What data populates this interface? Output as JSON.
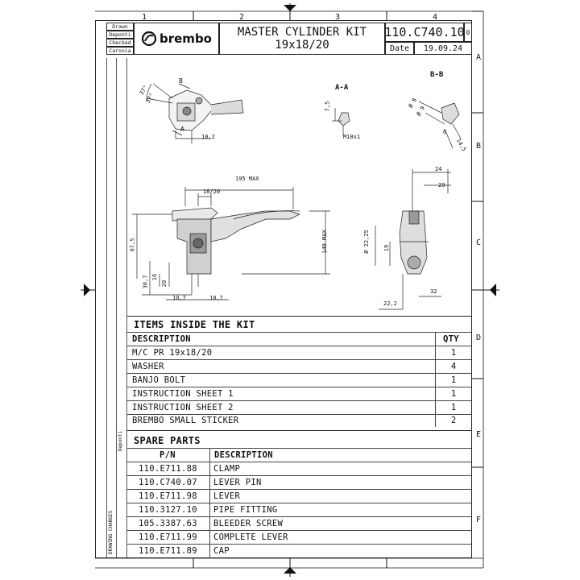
{
  "grid": {
    "columns": [
      "1",
      "2",
      "3",
      "4"
    ],
    "rows": [
      "A",
      "B",
      "C",
      "D",
      "E",
      "F"
    ]
  },
  "title_block": {
    "drawn_label": "Drawn",
    "deponti_label": "Deponti",
    "checked_label": "Checked",
    "caronia_label": "Caronia",
    "logo_text": "brembo",
    "title_line1": "MASTER CYLINDER KIT",
    "title_line2": "19x18/20",
    "part_number": "110.C740.10",
    "revision": "0",
    "date_label": "Date",
    "date_value": "19.09.24"
  },
  "drawing": {
    "section_aa": "A-A",
    "section_bb": "B-B",
    "dims": {
      "angle1": "37°",
      "angle2": "37°",
      "d_10_2": "10,2",
      "d_7_5": "7,5",
      "m10": "M10x1",
      "d_8": "Ø 8",
      "d_9": "Ø 9",
      "d_6": "6",
      "d_14_5": "14,5",
      "d_195": "195 MAX",
      "d_18_20": "18/20",
      "d_149": "149 MAX",
      "d_87_5": "87,5",
      "d_30_7": "30,7",
      "d_16": "16",
      "d_20": "20",
      "d_10_7a": "10,7",
      "d_10_7b": "10,7",
      "d_24": "24",
      "d_29": "29",
      "d_22_25": "Ø 22,25",
      "d_19": "19",
      "d_32": "32",
      "d_22_2": "22,2",
      "label_a": "A",
      "label_b": "B"
    }
  },
  "items_kit": {
    "heading": "ITEMS INSIDE THE KIT",
    "col_description": "DESCRIPTION",
    "col_qty": "QTY",
    "rows": [
      {
        "description": "M/C PR 19x18/20",
        "qty": "1"
      },
      {
        "description": "WASHER",
        "qty": "4"
      },
      {
        "description": "BANJO BOLT",
        "qty": "1"
      },
      {
        "description": "INSTRUCTION SHEET 1",
        "qty": "1"
      },
      {
        "description": "INSTRUCTION SHEET 2",
        "qty": "1"
      },
      {
        "description": "BREMBO SMALL STICKER",
        "qty": "2"
      }
    ]
  },
  "spare_parts": {
    "heading": "SPARE PARTS",
    "col_pn": "P/N",
    "col_description": "DESCRIPTION",
    "rows": [
      {
        "pn": "110.E711.88",
        "description": "CLAMP"
      },
      {
        "pn": "110.C740.07",
        "description": "LEVER PIN"
      },
      {
        "pn": "110.E711.98",
        "description": "LEVER"
      },
      {
        "pn": "110.3127.10",
        "description": "PIPE FITTING"
      },
      {
        "pn": "105.3387.63",
        "description": "BLEEDER SCREW"
      },
      {
        "pn": "110.E711.99",
        "description": "COMPLETE LEVER"
      },
      {
        "pn": "110.E711.89",
        "description": "CAP"
      }
    ]
  },
  "sidebar": {
    "label_bottom": "DRAWING CHANGES",
    "label_deponti": "Deponti"
  }
}
